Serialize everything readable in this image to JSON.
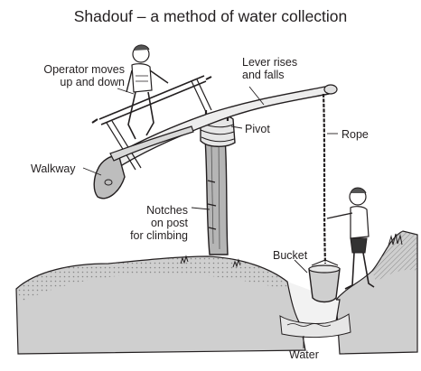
{
  "title": "Shadouf – a method of water collection",
  "labels": {
    "operator": [
      "Operator moves",
      "up and down"
    ],
    "lever": [
      "Lever rises",
      "and falls"
    ],
    "pivot": "Pivot",
    "rope": "Rope",
    "walkway": "Walkway",
    "notches": [
      "Notches",
      "on post",
      "for climbing"
    ],
    "bucket": "Bucket",
    "water": "Water"
  },
  "colors": {
    "ink": "#231f20",
    "ground": "#c9c9c9",
    "wood": "#9a9a9a",
    "water": "#e6e6e6"
  }
}
